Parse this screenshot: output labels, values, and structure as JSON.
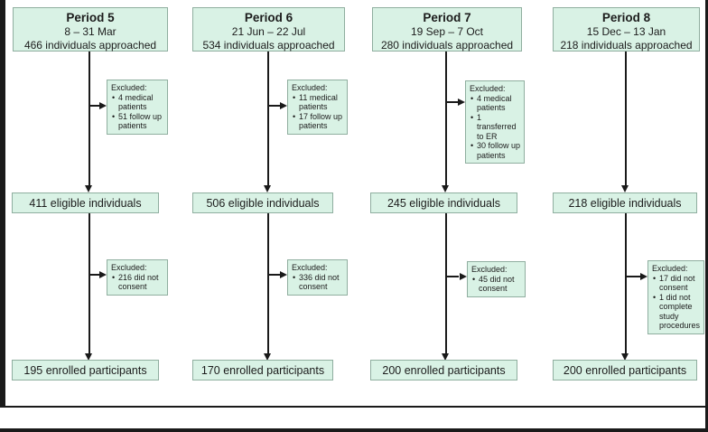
{
  "theme": {
    "bg": "#ffffff",
    "box_fill": "#d9f2e5",
    "box_stroke": "#8fae9f",
    "line_color": "#1a1a1a",
    "text_color": "#1c1c1c"
  },
  "columns": [
    {
      "title": "Period 5",
      "dates": "8 – 31 Mar",
      "approached": "466 individuals approached",
      "excluded1": {
        "heading": "Excluded:",
        "items": [
          "4 medical patients",
          "51 follow up patients"
        ]
      },
      "eligible": "411 eligible individuals",
      "excluded2": {
        "heading": "Excluded:",
        "items": [
          "216 did not consent"
        ]
      },
      "enrolled": "195 enrolled participants"
    },
    {
      "title": "Period 6",
      "dates": "21 Jun – 22 Jul",
      "approached": "534 individuals approached",
      "excluded1": {
        "heading": "Excluded:",
        "items": [
          "11 medical patients",
          "17 follow up patients"
        ]
      },
      "eligible": "506 eligible individuals",
      "excluded2": {
        "heading": "Excluded:",
        "items": [
          "336 did not consent"
        ]
      },
      "enrolled": "170 enrolled participants"
    },
    {
      "title": "Period 7",
      "dates": "19 Sep – 7 Oct",
      "approached": "280 individuals approached",
      "excluded1": {
        "heading": "Excluded:",
        "items": [
          "4 medical patients",
          "1 transferred to ER",
          "30 follow up patients"
        ]
      },
      "eligible": "245 eligible individuals",
      "excluded2": {
        "heading": "Excluded:",
        "items": [
          "45 did not consent"
        ]
      },
      "enrolled": "200 enrolled participants"
    },
    {
      "title": "Period 8",
      "dates": "15 Dec – 13 Jan",
      "approached": "218 individuals approached",
      "excluded1": null,
      "eligible": "218 eligible individuals",
      "excluded2": {
        "heading": "Excluded:",
        "items": [
          "17 did not consent",
          "1 did not complete study procedures"
        ]
      },
      "enrolled": "200 enrolled participants"
    }
  ]
}
